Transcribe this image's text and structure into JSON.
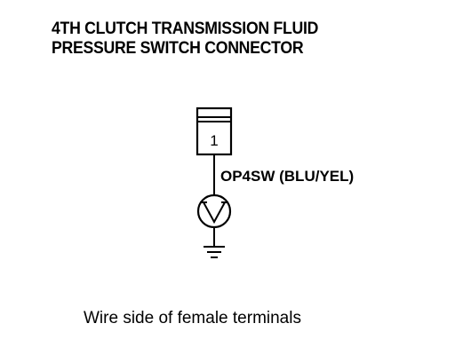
{
  "title": {
    "line1": "4TH CLUTCH TRANSMISSION FLUID",
    "line2": "PRESSURE SWITCH CONNECTOR"
  },
  "connector": {
    "terminal_number": "1"
  },
  "wire": {
    "label": "OP4SW (BLU/YEL)"
  },
  "caption": "Wire side of female terminals"
}
